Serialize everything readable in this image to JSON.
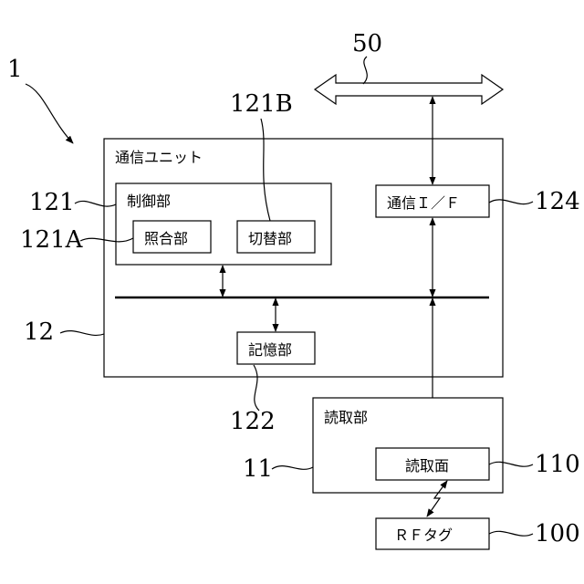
{
  "refs": {
    "system": "1",
    "network": "50",
    "comm_unit": "12",
    "control": "121",
    "collation": "121A",
    "switching": "121B",
    "comm_if": "124",
    "storage": "122",
    "reader": "11",
    "read_surface": "110",
    "rf_tag": "100"
  },
  "labels": {
    "comm_unit": "通信ユニット",
    "control": "制御部",
    "collation": "照合部",
    "switching": "切替部",
    "comm_if": "通信Ｉ／Ｆ",
    "storage": "記憶部",
    "reader": "読取部",
    "read_surface": "読取面",
    "rf_tag": "ＲＦタグ"
  }
}
